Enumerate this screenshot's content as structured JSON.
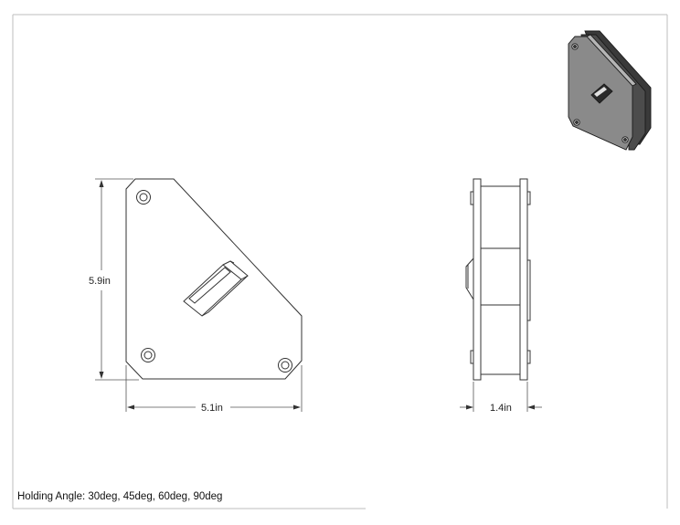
{
  "dimensions": {
    "height": "5.9in",
    "width": "5.1in",
    "depth": "1.4in"
  },
  "note": "Holding Angle: 30deg, 45deg, 60deg, 90deg"
}
